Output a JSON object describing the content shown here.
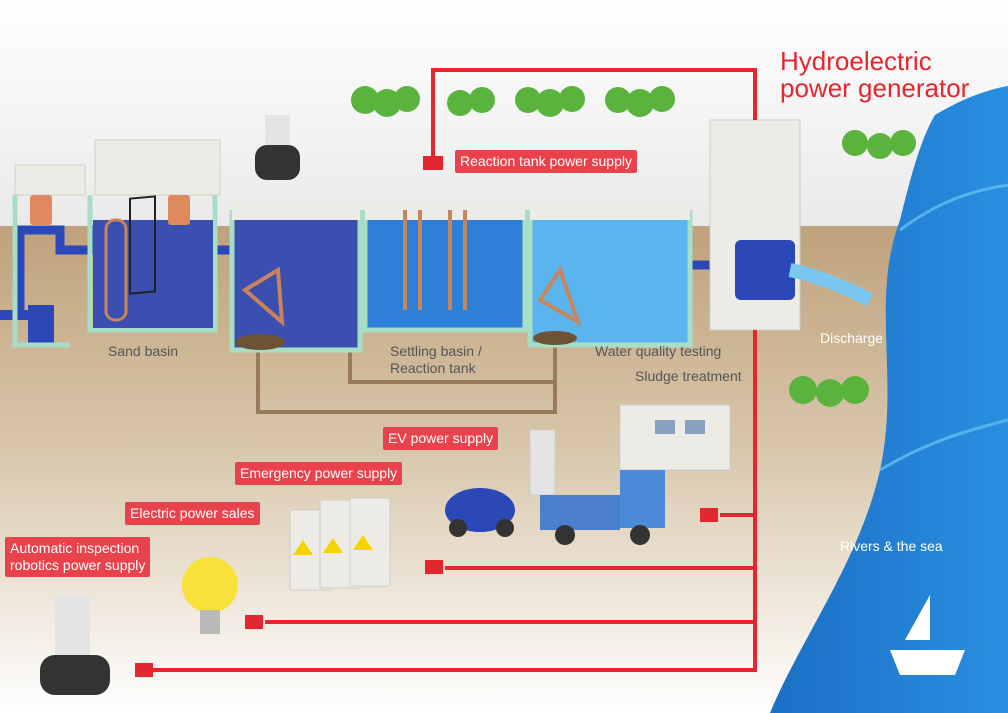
{
  "title": "Hydroelectric\npower generator",
  "process_labels": {
    "sand_basin": "Sand basin",
    "settling_basin": "Settling basin /\nReaction tank",
    "water_quality": "Water quality testing",
    "sludge": "Sludge treatment",
    "discharge": "Discharge",
    "rivers": "Rivers & the sea"
  },
  "power_supply_tags": {
    "reaction_tank": "Reaction tank power supply",
    "ev": "EV power supply",
    "emergency": "Emergency power supply",
    "sales": "Electric power sales",
    "robotics": "Automatic inspection\nrobotics power supply"
  },
  "colors": {
    "power_line": "#e4262f",
    "tag_bg": "#e8434c",
    "ground": "#c6ac88",
    "river": "#1a7fd0",
    "tank_dark": "#3a4fb0",
    "tank_mid": "#2e7fd8",
    "tank_light": "#5ab4ee",
    "pipe": "#2c48b8",
    "sludge_pipe": "#9a7a5c",
    "tree": "#5ab33c"
  }
}
